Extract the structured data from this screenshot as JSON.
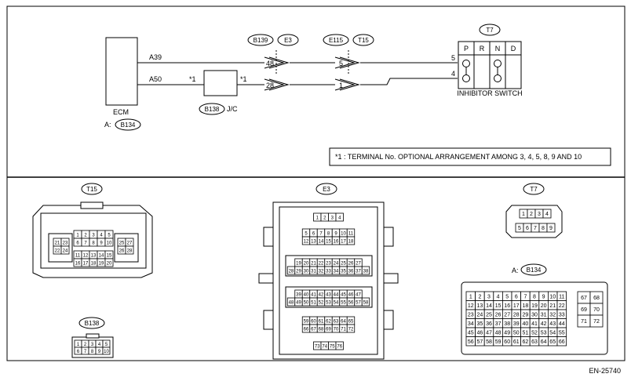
{
  "diagram": {
    "ecm": {
      "label": "ECM",
      "prefix": "A:",
      "connector": "B134"
    },
    "wires": {
      "top": "A39",
      "bottom": "A50"
    },
    "jc": {
      "connector": "B138",
      "label": "J/C",
      "star_left": "*1",
      "star_right": "*1"
    },
    "conn_e3": {
      "badge_a": "B139",
      "badge_b": "E3",
      "pin_top": "48",
      "pin_bottom": "28"
    },
    "conn_t15": {
      "badge_a": "E115",
      "badge_b": "T15",
      "pin_top": "5",
      "pin_bottom": "1"
    },
    "inhibitor": {
      "connector": "T7",
      "positions": [
        "P",
        "R",
        "N",
        "D"
      ],
      "pin_top": "5",
      "pin_bottom": "4",
      "label": "INHIBITOR SWITCH"
    },
    "note": "*1 : TERMINAL No. OPTIONAL ARRANGEMENT AMONG 3, 4, 5, 8, 9 AND 10"
  },
  "connectors": {
    "t15": {
      "label": "T15",
      "left_pins": [
        [
          "21",
          "23"
        ],
        [
          "22",
          "24"
        ]
      ],
      "center_top": [
        [
          "1",
          "2",
          "3",
          "4",
          "5"
        ],
        [
          "6",
          "7",
          "8",
          "9",
          "10"
        ]
      ],
      "center_bottom": [
        [
          "11",
          "12",
          "13",
          "14",
          "15"
        ],
        [
          "16",
          "17",
          "18",
          "19",
          "20"
        ]
      ],
      "right_pins": [
        [
          "25",
          "27"
        ],
        [
          "26",
          "28"
        ]
      ]
    },
    "e3": {
      "label": "E3",
      "rows": [
        [
          "1",
          "2",
          "3",
          "4"
        ],
        [
          "5",
          "6",
          "7",
          "8",
          "9",
          "10",
          "11"
        ],
        [
          "12",
          "13",
          "14",
          "15",
          "16",
          "17",
          "18"
        ],
        [
          "19",
          "20",
          "21",
          "22",
          "23",
          "24",
          "25",
          "26",
          "27"
        ],
        [
          "28",
          "29",
          "30",
          "31",
          "32",
          "33",
          "34",
          "35",
          "36",
          "37",
          "38"
        ],
        [
          "39",
          "40",
          "41",
          "42",
          "43",
          "44",
          "45",
          "46",
          "47"
        ],
        [
          "48",
          "49",
          "50",
          "51",
          "52",
          "53",
          "54",
          "55",
          "56",
          "57",
          "58"
        ],
        [
          "59",
          "60",
          "61",
          "62",
          "63",
          "64",
          "65"
        ],
        [
          "66",
          "67",
          "68",
          "69",
          "70",
          "71",
          "72"
        ],
        [
          "73",
          "74",
          "75",
          "76"
        ]
      ]
    },
    "t7": {
      "label": "T7",
      "rows": [
        [
          "1",
          "2",
          "3",
          "4"
        ],
        [
          "5",
          "6",
          "7",
          "8",
          "9"
        ]
      ]
    },
    "b134": {
      "prefix": "A:",
      "label": "B134",
      "main_rows": [
        [
          "1",
          "2",
          "3",
          "4",
          "5",
          "6",
          "7",
          "8",
          "9",
          "10",
          "11"
        ],
        [
          "12",
          "13",
          "14",
          "15",
          "16",
          "17",
          "18",
          "19",
          "20",
          "21",
          "22"
        ],
        [
          "23",
          "24",
          "25",
          "26",
          "27",
          "28",
          "29",
          "30",
          "31",
          "32",
          "33"
        ],
        [
          "34",
          "35",
          "36",
          "37",
          "38",
          "39",
          "40",
          "41",
          "42",
          "43",
          "44"
        ],
        [
          "45",
          "46",
          "47",
          "48",
          "49",
          "50",
          "51",
          "52",
          "53",
          "54",
          "55"
        ],
        [
          "56",
          "57",
          "58",
          "59",
          "60",
          "61",
          "62",
          "63",
          "64",
          "65",
          "66"
        ]
      ],
      "side_rows": [
        [
          "67",
          "68"
        ],
        [
          "69",
          "70"
        ],
        [
          "71",
          "72"
        ]
      ]
    },
    "b138": {
      "label": "B138",
      "rows": [
        [
          "1",
          "2",
          "3",
          "4",
          "5"
        ],
        [
          "6",
          "7",
          "8",
          "9",
          "10"
        ]
      ]
    }
  },
  "code": "EN-25740"
}
